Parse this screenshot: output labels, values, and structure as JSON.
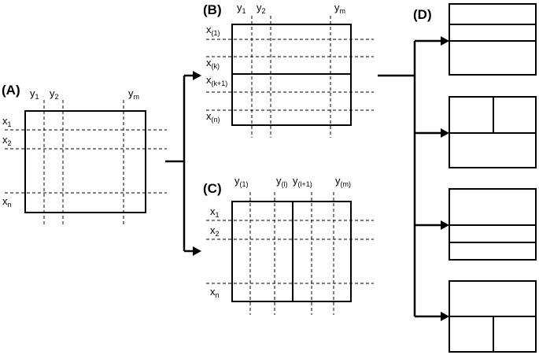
{
  "panels": {
    "a": "(A)",
    "b": "(B)",
    "c": "(C)",
    "d": "(D)"
  },
  "panel_a": {
    "x_labels": [
      {
        "main": "x",
        "sub": "1"
      },
      {
        "main": "x",
        "sub": "2"
      },
      {
        "main": "x",
        "sub": "n"
      }
    ],
    "y_labels": [
      {
        "main": "y",
        "sub": "1"
      },
      {
        "main": "y",
        "sub": "2"
      },
      {
        "main": "y",
        "sub": "m"
      }
    ]
  },
  "panel_b": {
    "x_labels": [
      {
        "main": "x",
        "sub": "(1)"
      },
      {
        "main": "x",
        "sub": "(k)"
      },
      {
        "main": "x",
        "sub": "(k+1)"
      },
      {
        "main": "x",
        "sub": "(n)"
      }
    ],
    "y_labels": [
      {
        "main": "y",
        "sub": "1"
      },
      {
        "main": "y",
        "sub": "2"
      },
      {
        "main": "y",
        "sub": "m"
      }
    ]
  },
  "panel_c": {
    "x_labels": [
      {
        "main": "x",
        "sub": "1"
      },
      {
        "main": "x",
        "sub": "2"
      },
      {
        "main": "x",
        "sub": "n"
      }
    ],
    "y_labels": [
      {
        "main": "y",
        "sub": "(1)"
      },
      {
        "main": "y",
        "sub": "(l)"
      },
      {
        "main": "y",
        "sub": "(l+1)"
      },
      {
        "main": "y",
        "sub": "(m)"
      }
    ]
  }
}
